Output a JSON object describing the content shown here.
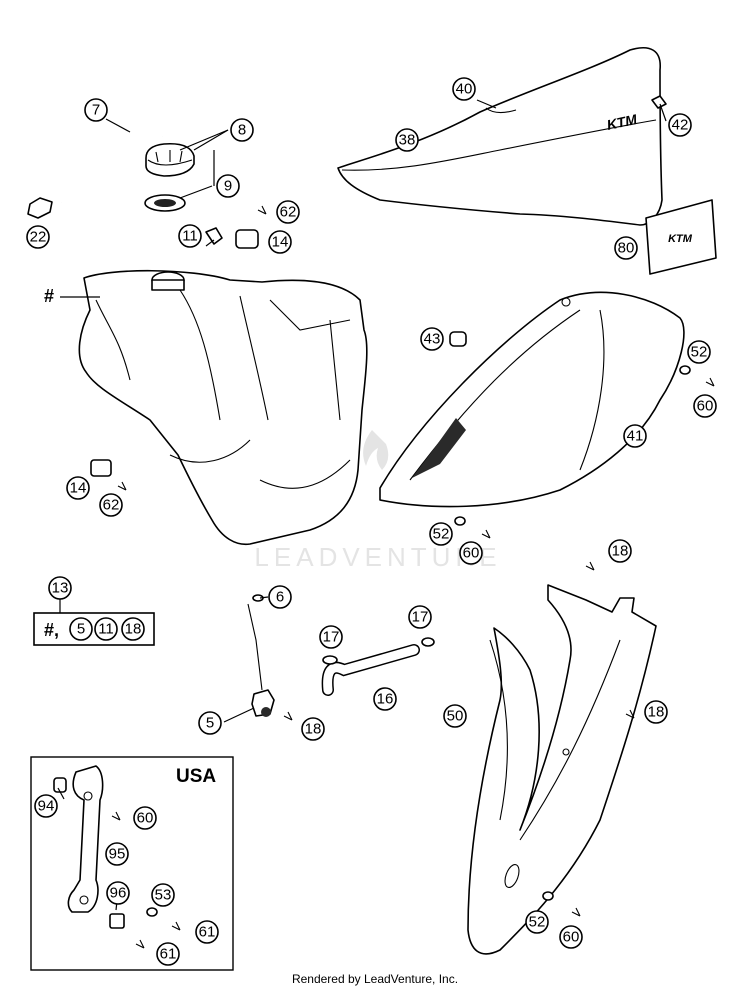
{
  "watermark": "LEADVENTURE",
  "footer": "Rendered by LeadVenture, Inc.",
  "usa_label": "USA",
  "tank_marker": "#",
  "kit_label": "#,",
  "seat_logo": "KTM",
  "callouts": {
    "p7": "7",
    "p8": "8",
    "p9": "9",
    "p22": "22",
    "p62a": "62",
    "p11": "11",
    "p14a": "14",
    "p40": "40",
    "p42": "42",
    "p38": "38",
    "p80": "80",
    "p43": "43",
    "p52a": "52",
    "p60a": "60",
    "p41": "41",
    "p14b": "14",
    "p62b": "62",
    "p52b": "52",
    "p60b": "60",
    "p13": "13",
    "p5k": "5",
    "p11k": "11",
    "p18k": "18",
    "p6": "6",
    "p17a": "17",
    "p17b": "17",
    "p16": "16",
    "p5": "5",
    "p18a": "18",
    "p18b": "18",
    "p18c": "18",
    "p50": "50",
    "p94": "94",
    "p60c": "60",
    "p95": "95",
    "p96": "96",
    "p53": "53",
    "p61a": "61",
    "p61b": "61",
    "p52c": "52",
    "p60d": "60"
  }
}
